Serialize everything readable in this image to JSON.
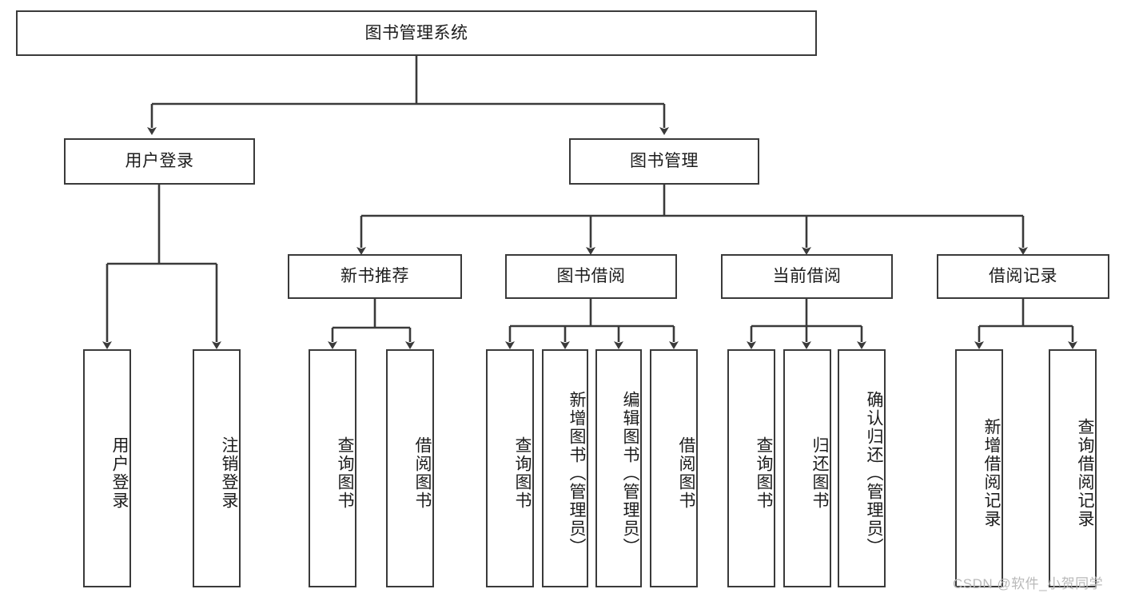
{
  "diagram": {
    "title": "图书管理系统",
    "type": "tree-hierarchy",
    "background_color": "#ffffff",
    "line_color": "#3a3a3a",
    "text_color": "#1c1c1c"
  },
  "nodes": {
    "root": {
      "label": "图书管理系统",
      "level": 0,
      "orientation": "horizontal"
    },
    "user_login": {
      "label": "用户登录",
      "level": 1,
      "orientation": "horizontal"
    },
    "book_manage": {
      "label": "图书管理",
      "level": 1,
      "orientation": "horizontal"
    },
    "new_book_rec": {
      "label": "新书推荐",
      "level": 2,
      "orientation": "horizontal"
    },
    "book_borrow": {
      "label": "图书借阅",
      "level": 2,
      "orientation": "horizontal"
    },
    "current_borrow": {
      "label": "当前借阅",
      "level": 2,
      "orientation": "horizontal"
    },
    "borrow_record": {
      "label": "借阅记录",
      "level": 2,
      "orientation": "horizontal"
    },
    "leaf_user_login": {
      "label": "用户登录",
      "level": 3,
      "orientation": "vertical"
    },
    "leaf_logout": {
      "label": "注销登录",
      "level": 3,
      "orientation": "vertical"
    },
    "leaf_query_book_1": {
      "label": "查询图书",
      "level": 3,
      "orientation": "vertical"
    },
    "leaf_borrow_book_1": {
      "label": "借阅图书",
      "level": 3,
      "orientation": "vertical"
    },
    "leaf_query_book_2": {
      "label": "查询图书",
      "level": 3,
      "orientation": "vertical"
    },
    "leaf_add_book": {
      "label": "新增图书（管理员）",
      "level": 3,
      "orientation": "vertical"
    },
    "leaf_edit_book": {
      "label": "编辑图书（管理员）",
      "level": 3,
      "orientation": "vertical"
    },
    "leaf_borrow_book_2": {
      "label": "借阅图书",
      "level": 3,
      "orientation": "vertical"
    },
    "leaf_query_book_3": {
      "label": "查询图书",
      "level": 3,
      "orientation": "vertical"
    },
    "leaf_return_book": {
      "label": "归还图书",
      "level": 3,
      "orientation": "vertical"
    },
    "leaf_confirm_return": {
      "label": "确认归还（管理员）",
      "level": 3,
      "orientation": "vertical"
    },
    "leaf_add_record": {
      "label": "新增借阅记录",
      "level": 3,
      "orientation": "vertical"
    },
    "leaf_query_record": {
      "label": "查询借阅记录",
      "level": 3,
      "orientation": "vertical"
    }
  },
  "watermark": {
    "text": "CSDN @软件_小贺同学",
    "color": "#b9b9b9"
  }
}
